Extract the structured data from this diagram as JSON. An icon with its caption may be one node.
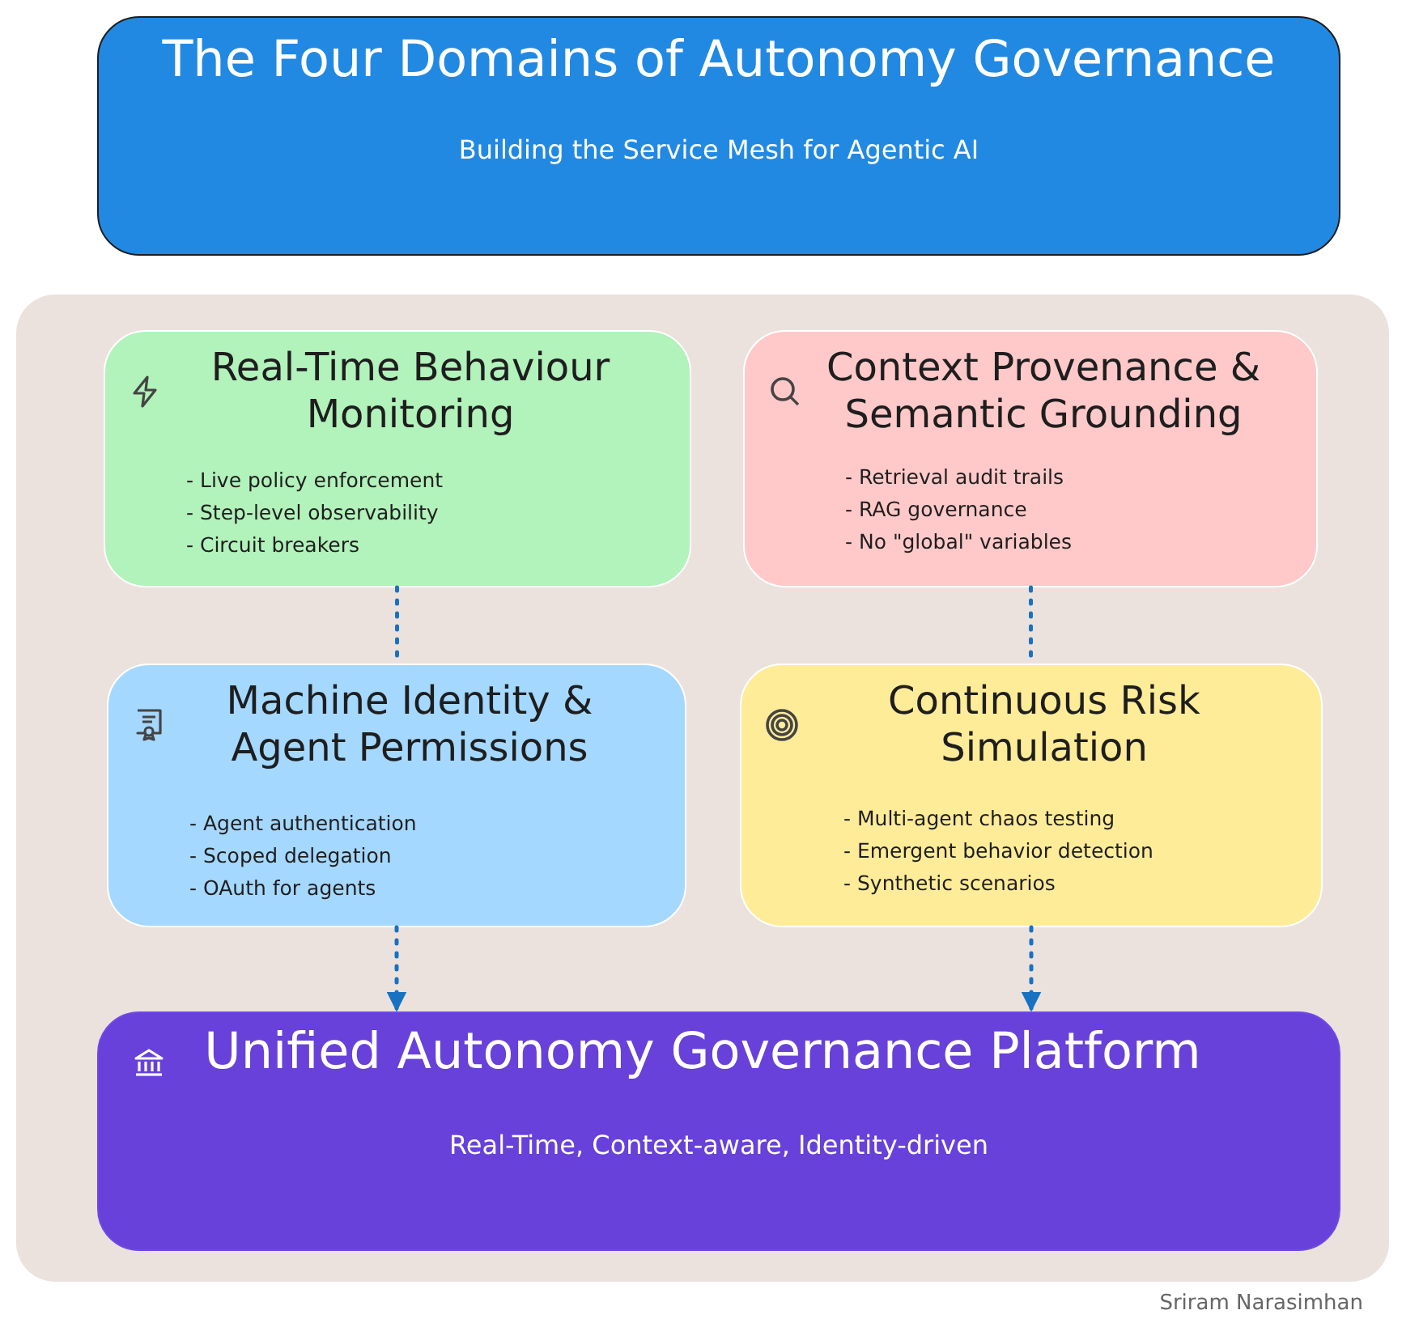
{
  "diagram": {
    "nodes": [
      {
        "text": [
          "The Four Domains of Autonomy Governance",
          "Building the Service Mesh for Agentic AI"
        ]
      },
      {
        "text": [],
        "shape": "box"
      },
      {
        "text": [
          "Real-Time Behaviour Monitoring",
          "- Live policy enforcement",
          "- Step-level observability",
          "- Circuit breakers"
        ],
        "in": 1
      },
      {
        "text": [
          "Context Provenance & Semantic Grounding",
          "- Retrieval audit trails",
          "- RAG governance",
          "- No \"global\" variables"
        ],
        "in": 1
      },
      {
        "text": [
          "Machine Identity & Agent Permissions",
          "- Agent authentication",
          "- Scoped delegation",
          "- OAuth for agents"
        ],
        "in": 1
      },
      {
        "text": [
          "Continuous Risk Simulation",
          "- Multi-agent chaos testing",
          "- Emergent behavior detection",
          "- Synthetic scenarios"
        ],
        "in": 1
      },
      {
        "text": [
          "Unified Autonomy Governance Platform",
          "Real-Time, Context-aware, Identity-driven"
        ],
        "in": 1
      }
    ],
    "edges": [
      {
        "from": 2,
        "to": 4,
        "arrow": "none",
        "style": "dashed"
      },
      {
        "from": 3,
        "to": 5,
        "arrow": "none",
        "style": "dashed"
      },
      {
        "from": 4,
        "to": 6,
        "arrow": "to",
        "style": "dashed"
      },
      {
        "from": 5,
        "to": 6,
        "arrow": "to",
        "style": "dashed"
      }
    ],
    "labels": [
      "Sriram Narasimhan"
    ]
  }
}
